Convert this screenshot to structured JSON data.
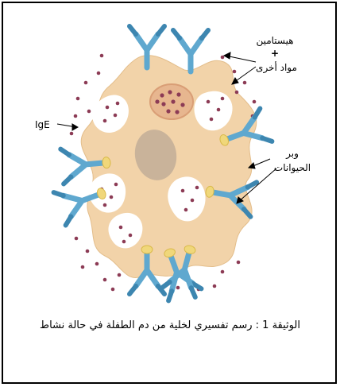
{
  "labels": {
    "histamine": "هيستامين",
    "plus": "+",
    "other_substances": "مواد أخرى",
    "ige": "IgE",
    "animal_hair_line1": "وبر",
    "animal_hair_line2": "الحيوانات"
  },
  "caption": "الوثيقة 1 : رسم تفسيري لخلية من دم الطفلة في حالة نشاط",
  "colors": {
    "cell": "#f2d3a9",
    "nucleus": "#c9b39a",
    "granule": "#8c3b55",
    "antibody": "#5fa8cf",
    "antibody_dark": "#3d86b0",
    "allergen": "#f0d77a",
    "vesicle": "#e7b68f"
  }
}
